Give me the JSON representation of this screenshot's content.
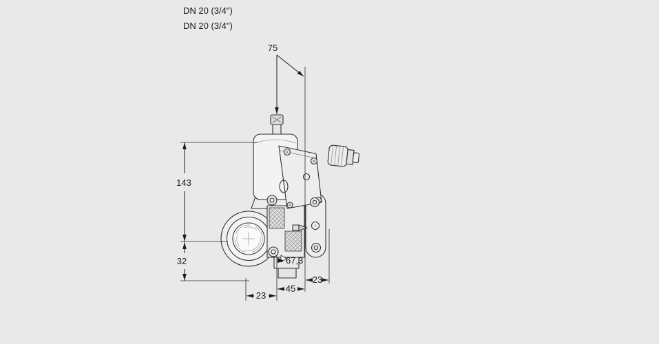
{
  "page": {
    "background_color": "#e9e9e9",
    "line_color": "#1c1c1c",
    "content_type": "technical-dimension-drawing-of-gas-valve"
  },
  "labels": {
    "port_size_line1": "DN 20 (3/4\")",
    "port_size_line2": "DN 20 (3/4\")"
  },
  "dimensions": {
    "width_75": "75",
    "height_143": "143",
    "height_32": "32",
    "depth_67_3": "67,3",
    "offset_23_right": "23",
    "width_45": "45",
    "offset_23_left": "23"
  }
}
